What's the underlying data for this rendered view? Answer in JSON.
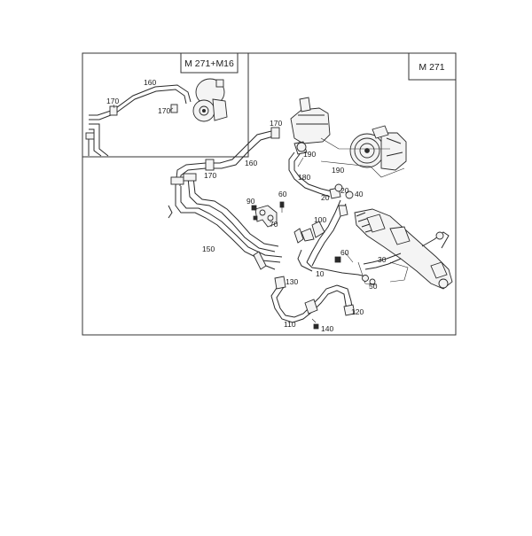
{
  "diagram": {
    "inset_label": "M 271+M16",
    "main_label": "M 271",
    "callouts": {
      "c160_inset": "160",
      "c170_inset_a": "170",
      "c170_inset_b": "170",
      "c170_main_top": "170",
      "c160_main": "160",
      "c170_main_left": "170",
      "c190_a": "190",
      "c190_b": "190",
      "c180": "180",
      "c90": "90",
      "c60_top": "60",
      "c70": "70",
      "c20_a": "20",
      "c20_b": "20",
      "c40": "40",
      "c100": "100",
      "c150": "150",
      "c60_mid": "60",
      "c30": "30",
      "c10": "10",
      "c50": "50",
      "c130": "130",
      "c120": "120",
      "c110": "110",
      "c140": "140"
    }
  }
}
